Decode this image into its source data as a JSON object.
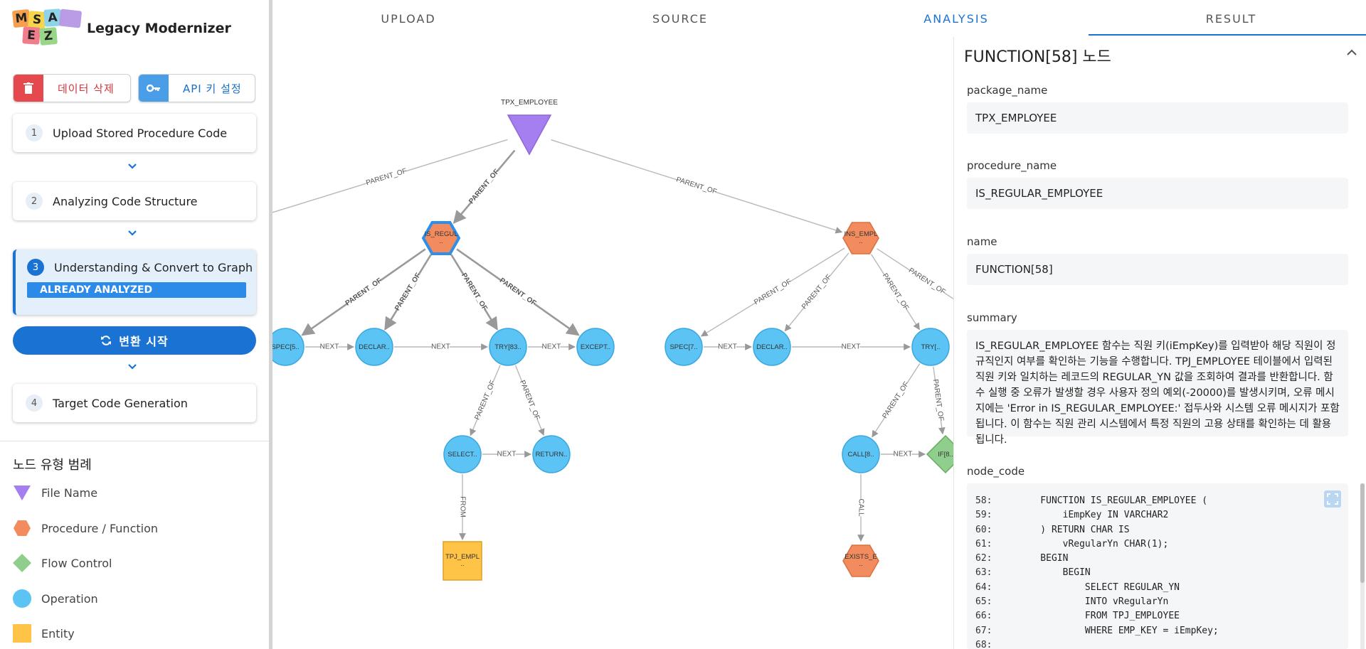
{
  "app": {
    "title": "Legacy Modernizer",
    "logo_letters": [
      "M",
      "S",
      "A",
      "E",
      "Z"
    ]
  },
  "toolbar": {
    "delete_label": "데이터 삭제",
    "api_label": "API 키 설정"
  },
  "steps": [
    {
      "num": "1",
      "title": "Upload Stored Procedure Code"
    },
    {
      "num": "2",
      "title": "Analyzing Code Structure"
    },
    {
      "num": "3",
      "title": "Understanding & Convert to Graph",
      "badge": "ALREADY ANALYZED"
    },
    {
      "num": "4",
      "title": "Target Code Generation"
    }
  ],
  "convert_button": "변환 시작",
  "legend": {
    "title": "노드 유형 범례",
    "items": [
      {
        "label": "File Name",
        "shape": "triangle",
        "color": "#a57ff0"
      },
      {
        "label": "Procedure / Function",
        "shape": "hexagon",
        "color": "#f28c5e"
      },
      {
        "label": "Flow Control",
        "shape": "diamond",
        "color": "#8fce8c"
      },
      {
        "label": "Operation",
        "shape": "circle",
        "color": "#5bc4f5"
      },
      {
        "label": "Entity",
        "shape": "square",
        "color": "#ffc347"
      }
    ]
  },
  "tabs": [
    {
      "label": "UPLOAD",
      "active": false
    },
    {
      "label": "SOURCE",
      "active": false
    },
    {
      "label": "ANALYSIS",
      "active": true
    },
    {
      "label": "RESULT",
      "active": false
    }
  ],
  "colors": {
    "accent": "#1a73d2",
    "file": "#a57ff0",
    "procedure": "#f28c5e",
    "flow": "#8fce8c",
    "operation": "#5bc4f5",
    "entity": "#ffc347",
    "selected_border": "#2f8ee8",
    "edge": "#aaaaaa"
  },
  "graph": {
    "nodes": [
      {
        "id": "file",
        "label": "TPX_EMPLOYEE",
        "type": "file"
      },
      {
        "id": "f1",
        "label": "IS_REGUL\n..",
        "type": "procedure",
        "selected": true
      },
      {
        "id": "f2",
        "label": "INS_EMPL\n..",
        "type": "procedure"
      },
      {
        "id": "spec1",
        "label": "SPEC[5..",
        "type": "operation"
      },
      {
        "id": "decl1",
        "label": "DECLAR..",
        "type": "operation"
      },
      {
        "id": "try1",
        "label": "TRY[83..",
        "type": "operation"
      },
      {
        "id": "exc1",
        "label": "EXCEPT..",
        "type": "operation"
      },
      {
        "id": "sel1",
        "label": "SELECT..",
        "type": "operation"
      },
      {
        "id": "ret1",
        "label": "RETURN..",
        "type": "operation"
      },
      {
        "id": "ent1",
        "label": "TPJ_EMPL\n..",
        "type": "entity"
      },
      {
        "id": "spec2",
        "label": "SPEC[7..",
        "type": "operation"
      },
      {
        "id": "decl2",
        "label": "DECLAR..",
        "type": "operation"
      },
      {
        "id": "try2",
        "label": "TRY[..",
        "type": "operation"
      },
      {
        "id": "call2",
        "label": "CALL[8..",
        "type": "operation"
      },
      {
        "id": "if2",
        "label": "IF[8..",
        "type": "flow"
      },
      {
        "id": "exists2",
        "label": "EXISTS_E\n..",
        "type": "procedure"
      }
    ],
    "edges": [
      {
        "from": "file",
        "to": "offscreen",
        "label": "PARENT_OF"
      },
      {
        "from": "file",
        "to": "f1",
        "label": "PARENT_OF",
        "bold": true
      },
      {
        "from": "file",
        "to": "f2",
        "label": "PARENT_OF"
      },
      {
        "from": "f1",
        "to": "spec1",
        "label": "PARENT_OF",
        "bold": true
      },
      {
        "from": "f1",
        "to": "decl1",
        "label": "PARENT_OF",
        "bold": true
      },
      {
        "from": "f1",
        "to": "try1",
        "label": "PARENT_OF",
        "bold": true
      },
      {
        "from": "f1",
        "to": "exc1",
        "label": "PARENT_OF",
        "bold": true
      },
      {
        "from": "spec1",
        "to": "decl1",
        "label": "NEXT"
      },
      {
        "from": "decl1",
        "to": "try1",
        "label": "NEXT"
      },
      {
        "from": "try1",
        "to": "exc1",
        "label": "NEXT"
      },
      {
        "from": "try1",
        "to": "sel1",
        "label": "PARENT_OF"
      },
      {
        "from": "try1",
        "to": "ret1",
        "label": "PARENT_OF"
      },
      {
        "from": "sel1",
        "to": "ret1",
        "label": "NEXT"
      },
      {
        "from": "sel1",
        "to": "ent1",
        "label": "FROM"
      },
      {
        "from": "f2",
        "to": "spec2",
        "label": "PARENT_OF"
      },
      {
        "from": "f2",
        "to": "decl2",
        "label": "PARENT_OF"
      },
      {
        "from": "f2",
        "to": "try2",
        "label": "PARENT_OF"
      },
      {
        "from": "f2",
        "to": "offscreen",
        "label": "PARENT_OF"
      },
      {
        "from": "spec2",
        "to": "decl2",
        "label": "NEXT"
      },
      {
        "from": "decl2",
        "to": "try2",
        "label": "NEXT"
      },
      {
        "from": "try2",
        "to": "call2",
        "label": "PARENT_OF"
      },
      {
        "from": "try2",
        "to": "if2",
        "label": "PARENT_OF"
      },
      {
        "from": "call2",
        "to": "if2",
        "label": "NEXT"
      },
      {
        "from": "call2",
        "to": "exists2",
        "label": "CALL"
      }
    ]
  },
  "detail": {
    "title": "FUNCTION[58] 노드",
    "fields": [
      {
        "label": "package_name",
        "value": "TPX_EMPLOYEE"
      },
      {
        "label": "procedure_name",
        "value": "IS_REGULAR_EMPLOYEE"
      },
      {
        "label": "name",
        "value": "FUNCTION[58]"
      }
    ],
    "summary_label": "summary",
    "summary": "IS_REGULAR_EMPLOYEE 함수는 직원 키(iEmpKey)를 입력받아 해당 직원이 정규직인지 여부를 확인하는 기능을 수행합니다. TPJ_EMPLOYEE 테이블에서 입력된 직원 키와 일치하는 레코드의 REGULAR_YN 값을 조회하여 결과를 반환합니다. 함수 실행 중 오류가 발생할 경우 사용자 정의 예외(-20000)를 발생시키며, 오류 메시지에는 'Error in IS_REGULAR_EMPLOYEE:' 접두사와 시스템 오류 메시지가 포함됩니다. 이 함수는 직원 관리 시스템에서 특정 직원의 고용 상태를 확인하는 데 활용됩니다.",
    "code_label": "node_code",
    "code_lines": [
      {
        "ln": "58:",
        "text": "    FUNCTION IS_REGULAR_EMPLOYEE ("
      },
      {
        "ln": "59:",
        "text": "        iEmpKey IN VARCHAR2"
      },
      {
        "ln": "60:",
        "text": "    ) RETURN CHAR IS"
      },
      {
        "ln": "61:",
        "text": "        vRegularYn CHAR(1);"
      },
      {
        "ln": "62:",
        "text": "    BEGIN"
      },
      {
        "ln": "63:",
        "text": "        BEGIN"
      },
      {
        "ln": "64:",
        "text": "            SELECT REGULAR_YN"
      },
      {
        "ln": "65:",
        "text": "            INTO vRegularYn"
      },
      {
        "ln": "66:",
        "text": "            FROM TPJ_EMPLOYEE"
      },
      {
        "ln": "67:",
        "text": "            WHERE EMP_KEY = iEmpKey;"
      },
      {
        "ln": "68:",
        "text": ""
      }
    ]
  }
}
